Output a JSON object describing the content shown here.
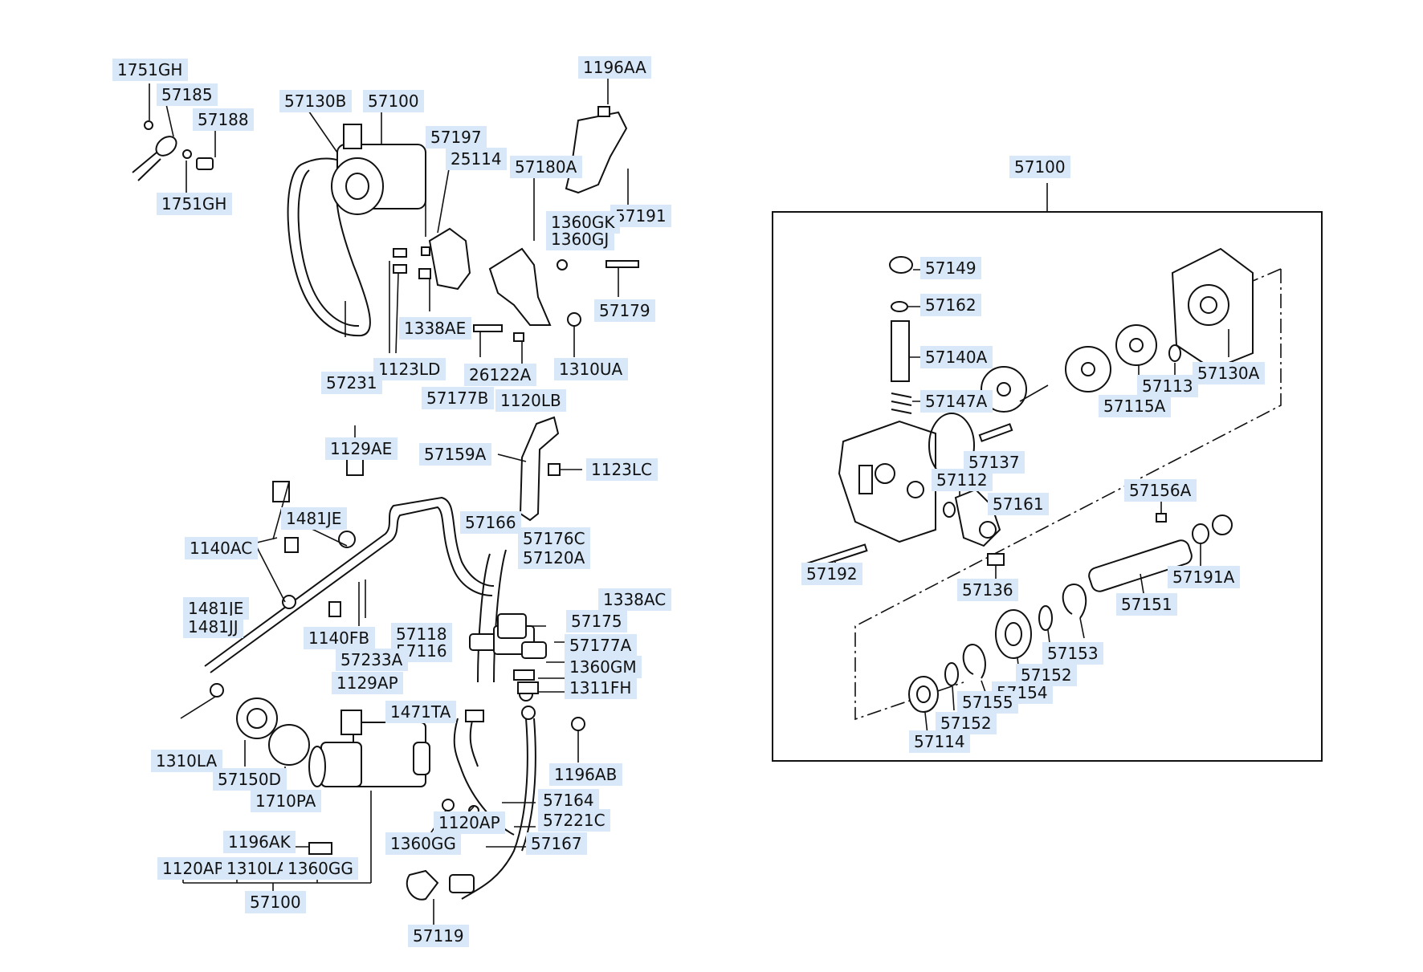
{
  "callouts": [
    {
      "id": "1751GH-a",
      "text": "1751GH"
    },
    {
      "id": "57185",
      "text": "57185"
    },
    {
      "id": "57188",
      "text": "57188"
    },
    {
      "id": "1751GH-b",
      "text": "1751GH"
    },
    {
      "id": "57130B",
      "text": "57130B"
    },
    {
      "id": "57100-top",
      "text": "57100"
    },
    {
      "id": "57197",
      "text": "57197"
    },
    {
      "id": "25114",
      "text": "25114"
    },
    {
      "id": "57180A",
      "text": "57180A"
    },
    {
      "id": "1196AA",
      "text": "1196AA"
    },
    {
      "id": "57191",
      "text": "57191"
    },
    {
      "id": "1360GK",
      "text": "1360GK"
    },
    {
      "id": "1360GJ",
      "text": "1360GJ"
    },
    {
      "id": "57179",
      "text": "57179"
    },
    {
      "id": "1338AE",
      "text": "1338AE"
    },
    {
      "id": "1123LD",
      "text": "1123LD"
    },
    {
      "id": "57231",
      "text": "57231"
    },
    {
      "id": "26122A",
      "text": "26122A"
    },
    {
      "id": "1310UA",
      "text": "1310UA"
    },
    {
      "id": "57177B",
      "text": "57177B"
    },
    {
      "id": "1120LB",
      "text": "1120LB"
    },
    {
      "id": "1129AE",
      "text": "1129AE"
    },
    {
      "id": "57159A",
      "text": "57159A"
    },
    {
      "id": "1123LC",
      "text": "1123LC"
    },
    {
      "id": "1481JE-a",
      "text": "1481JE"
    },
    {
      "id": "57166",
      "text": "57166"
    },
    {
      "id": "57176C",
      "text": "57176C"
    },
    {
      "id": "57120A",
      "text": "57120A"
    },
    {
      "id": "1140AC",
      "text": "1140AC"
    },
    {
      "id": "1338AC",
      "text": "1338AC"
    },
    {
      "id": "1481JE-b",
      "text": "1481JE"
    },
    {
      "id": "1481JJ",
      "text": "1481JJ"
    },
    {
      "id": "1140FB",
      "text": "1140FB"
    },
    {
      "id": "57118",
      "text": "57118"
    },
    {
      "id": "57175",
      "text": "57175"
    },
    {
      "id": "57116",
      "text": "57116"
    },
    {
      "id": "57233A",
      "text": "57233A"
    },
    {
      "id": "57177A",
      "text": "57177A"
    },
    {
      "id": "1129AP",
      "text": "1129AP"
    },
    {
      "id": "1360GM",
      "text": "1360GM"
    },
    {
      "id": "1311FH",
      "text": "1311FH"
    },
    {
      "id": "1471TA",
      "text": "1471TA"
    },
    {
      "id": "1310LA-a",
      "text": "1310LA"
    },
    {
      "id": "57150D",
      "text": "57150D"
    },
    {
      "id": "1196AB",
      "text": "1196AB"
    },
    {
      "id": "1710PA",
      "text": "1710PA"
    },
    {
      "id": "57164",
      "text": "57164"
    },
    {
      "id": "57221C",
      "text": "57221C"
    },
    {
      "id": "1120AP-a",
      "text": "1120AP"
    },
    {
      "id": "1196AK",
      "text": "1196AK"
    },
    {
      "id": "1360GG-a",
      "text": "1360GG"
    },
    {
      "id": "57167",
      "text": "57167"
    },
    {
      "id": "1120AP-b",
      "text": "1120AP"
    },
    {
      "id": "1310LA-b",
      "text": "1310LA"
    },
    {
      "id": "1360GG-b",
      "text": "1360GG"
    },
    {
      "id": "57100-bottom",
      "text": "57100"
    },
    {
      "id": "57119",
      "text": "57119"
    },
    {
      "id": "57100-box",
      "text": "57100"
    },
    {
      "id": "57149",
      "text": "57149"
    },
    {
      "id": "57162",
      "text": "57162"
    },
    {
      "id": "57140A",
      "text": "57140A"
    },
    {
      "id": "57147A",
      "text": "57147A"
    },
    {
      "id": "57113",
      "text": "57113"
    },
    {
      "id": "57130A",
      "text": "57130A"
    },
    {
      "id": "57115A",
      "text": "57115A"
    },
    {
      "id": "57137",
      "text": "57137"
    },
    {
      "id": "57112",
      "text": "57112"
    },
    {
      "id": "57161",
      "text": "57161"
    },
    {
      "id": "57156A",
      "text": "57156A"
    },
    {
      "id": "57192",
      "text": "57192"
    },
    {
      "id": "57136",
      "text": "57136"
    },
    {
      "id": "57191A",
      "text": "57191A"
    },
    {
      "id": "57151",
      "text": "57151"
    },
    {
      "id": "57153",
      "text": "57153"
    },
    {
      "id": "57152-a",
      "text": "57152"
    },
    {
      "id": "57154",
      "text": "57154"
    },
    {
      "id": "57155",
      "text": "57155"
    },
    {
      "id": "57152-b",
      "text": "57152"
    },
    {
      "id": "57114",
      "text": "57114"
    }
  ]
}
